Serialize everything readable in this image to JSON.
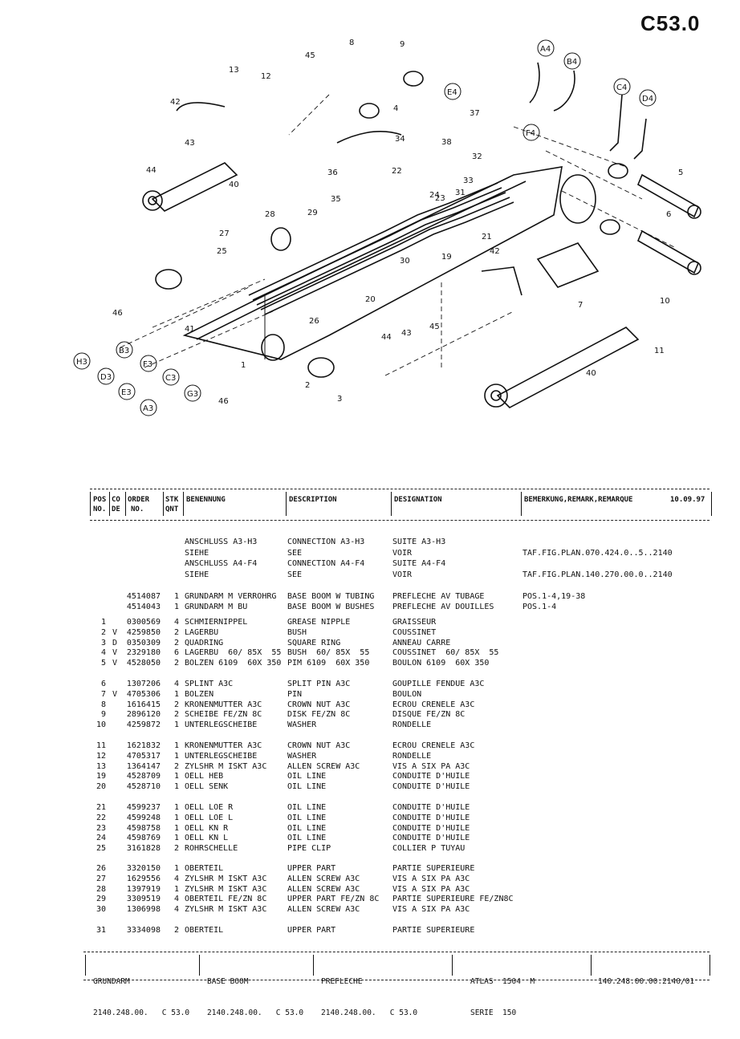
{
  "page_code": "C53.0",
  "header": {
    "pos": "POS",
    "no": "NO.",
    "co": "CO",
    "de": "DE",
    "order": "ORDER",
    "order_no": "NO.",
    "stk": "STK",
    "qnt": "QNT",
    "benennung": "BENENNUNG",
    "description": "DESCRIPTION",
    "designation": "DESIGNATION",
    "remark": "BEMERKUNG,REMARK,REMARQUE",
    "date": "10.09.97"
  },
  "intro_rows": [
    {
      "ben": "ANSCHLUSS A3-H3",
      "desc": "CONNECTION A3-H3",
      "desig": "SUITE A3-H3",
      "rem": ""
    },
    {
      "ben": "SIEHE",
      "desc": "SEE",
      "desig": "VOIR",
      "rem": "TAF.FIG.PLAN.070.424.0..5..2140"
    },
    {
      "ben": "ANSCHLUSS A4-F4",
      "desc": "CONNECTION A4-F4",
      "desig": "SUITE A4-F4",
      "rem": ""
    },
    {
      "ben": "SIEHE",
      "desc": "SEE",
      "desig": "VOIR",
      "rem": "TAF.FIG.PLAN.140.270.00.0..2140"
    }
  ],
  "assembly_rows": [
    {
      "order": "4514087",
      "qty": "1",
      "ben": "GRUNDARM M VERROHRG",
      "desc": "BASE BOOM W TUBING",
      "desig": "PREFLECHE AV TUBAGE",
      "rem": "POS.1-4,19-38"
    },
    {
      "order": "4514043",
      "qty": "1",
      "ben": "GRUNDARM M BU",
      "desc": "BASE BOOM W BUSHES",
      "desig": "PREFLECHE AV DOUILLES",
      "rem": "POS.1-4"
    }
  ],
  "groups": [
    [
      {
        "pos": "1",
        "co": "",
        "order": "0300569",
        "qty": "4",
        "ben": "SCHMIERNIPPEL",
        "desc": "GREASE NIPPLE",
        "desig": "GRAISSEUR"
      },
      {
        "pos": "2",
        "co": "V",
        "order": "4259850",
        "qty": "2",
        "ben": "LAGERBU",
        "desc": "BUSH",
        "desig": "COUSSINET"
      },
      {
        "pos": "3",
        "co": "D",
        "order": "0350309",
        "qty": "2",
        "ben": "QUADRING",
        "desc": "SQUARE RING",
        "desig": "ANNEAU CARRE"
      },
      {
        "pos": "4",
        "co": "V",
        "order": "2329180",
        "qty": "6",
        "ben": "LAGERBU  60/ 85X  55",
        "desc": "BUSH  60/ 85X  55",
        "desig": "COUSSINET  60/ 85X  55"
      },
      {
        "pos": "5",
        "co": "V",
        "order": "4528050",
        "qty": "2",
        "ben": "BOLZEN 6109  60X 350",
        "desc": "PIM 6109  60X 350",
        "desig": "BOULON 6109  60X 350"
      }
    ],
    [
      {
        "pos": "6",
        "co": "",
        "order": "1307206",
        "qty": "4",
        "ben": "SPLINT A3C",
        "desc": "SPLIT PIN A3C",
        "desig": "GOUPILLE FENDUE A3C"
      },
      {
        "pos": "7",
        "co": "V",
        "order": "4705306",
        "qty": "1",
        "ben": "BOLZEN",
        "desc": "PIN",
        "desig": "BOULON"
      },
      {
        "pos": "8",
        "co": "",
        "order": "1616415",
        "qty": "2",
        "ben": "KRONENMUTTER A3C",
        "desc": "CROWN NUT A3C",
        "desig": "ECROU CRENELE A3C"
      },
      {
        "pos": "9",
        "co": "",
        "order": "2896120",
        "qty": "2",
        "ben": "SCHEIBE FE/ZN 8C",
        "desc": "DISK FE/ZN 8C",
        "desig": "DISQUE FE/ZN 8C"
      },
      {
        "pos": "10",
        "co": "",
        "order": "4259872",
        "qty": "1",
        "ben": "UNTERLEGSCHEIBE",
        "desc": "WASHER",
        "desig": "RONDELLE"
      }
    ],
    [
      {
        "pos": "11",
        "co": "",
        "order": "1621832",
        "qty": "1",
        "ben": "KRONENMUTTER A3C",
        "desc": "CROWN NUT A3C",
        "desig": "ECROU CRENELE A3C"
      },
      {
        "pos": "12",
        "co": "",
        "order": "4705317",
        "qty": "1",
        "ben": "UNTERLEGSCHEIBE",
        "desc": "WASHER",
        "desig": "RONDELLE"
      },
      {
        "pos": "13",
        "co": "",
        "order": "1364147",
        "qty": "2",
        "ben": "ZYLSHR M ISKT A3C",
        "desc": "ALLEN SCREW A3C",
        "desig": "VIS A SIX PA A3C"
      },
      {
        "pos": "19",
        "co": "",
        "order": "4528709",
        "qty": "1",
        "ben": "OELL HEB",
        "desc": "OIL LINE",
        "desig": "CONDUITE D'HUILE"
      },
      {
        "pos": "20",
        "co": "",
        "order": "4528710",
        "qty": "1",
        "ben": "OELL SENK",
        "desc": "OIL LINE",
        "desig": "CONDUITE D'HUILE"
      }
    ],
    [
      {
        "pos": "21",
        "co": "",
        "order": "4599237",
        "qty": "1",
        "ben": "OELL LOE R",
        "desc": "OIL LINE",
        "desig": "CONDUITE D'HUILE"
      },
      {
        "pos": "22",
        "co": "",
        "order": "4599248",
        "qty": "1",
        "ben": "OELL LOE L",
        "desc": "OIL LINE",
        "desig": "CONDUITE D'HUILE"
      },
      {
        "pos": "23",
        "co": "",
        "order": "4598758",
        "qty": "1",
        "ben": "OELL KN R",
        "desc": "OIL LINE",
        "desig": "CONDUITE D'HUILE"
      },
      {
        "pos": "24",
        "co": "",
        "order": "4598769",
        "qty": "1",
        "ben": "OELL KN L",
        "desc": "OIL LINE",
        "desig": "CONDUITE D'HUILE"
      },
      {
        "pos": "25",
        "co": "",
        "order": "3161828",
        "qty": "2",
        "ben": "ROHRSCHELLE",
        "desc": "PIPE CLIP",
        "desig": "COLLIER P TUYAU"
      }
    ],
    [
      {
        "pos": "26",
        "co": "",
        "order": "3320150",
        "qty": "1",
        "ben": "OBERTEIL",
        "desc": "UPPER PART",
        "desig": "PARTIE SUPERIEURE"
      },
      {
        "pos": "27",
        "co": "",
        "order": "1629556",
        "qty": "4",
        "ben": "ZYLSHR M ISKT A3C",
        "desc": "ALLEN SCREW A3C",
        "desig": "VIS A SIX PA A3C"
      },
      {
        "pos": "28",
        "co": "",
        "order": "1397919",
        "qty": "1",
        "ben": "ZYLSHR M ISKT A3C",
        "desc": "ALLEN SCREW A3C",
        "desig": "VIS A SIX PA A3C"
      },
      {
        "pos": "29",
        "co": "",
        "order": "3309519",
        "qty": "4",
        "ben": "OBERTEIL FE/ZN 8C",
        "desc": "UPPER PART FE/ZN 8C",
        "desig": "PARTIE SUPERIEURE FE/ZN8C"
      },
      {
        "pos": "30",
        "co": "",
        "order": "1306998",
        "qty": "4",
        "ben": "ZYLSHR M ISKT A3C",
        "desc": "ALLEN SCREW A3C",
        "desig": "VIS A SIX PA A3C"
      }
    ],
    [
      {
        "pos": "31",
        "co": "",
        "order": "3334098",
        "qty": "2",
        "ben": "OBERTEIL",
        "desc": "UPPER PART",
        "desig": "PARTIE SUPERIEURE"
      }
    ]
  ],
  "footer": {
    "c1_title": "GRUNDARM",
    "c1_code": "2140.248.00.   C 53.0",
    "c2_title": "BASE BOOM",
    "c2_code": "2140.248.00.   C 53.0",
    "c3_title": "PREFLECHE",
    "c3_code": "2140.248.00.   C 53.0",
    "c4_title": "ATLAS  1504  M",
    "c4_code": "SERIE  150",
    "c5_code": "140.248.00.00.2140/01"
  },
  "diagram_callouts": [
    "1",
    "2",
    "3",
    "4",
    "5",
    "6",
    "7",
    "8",
    "9",
    "10",
    "11",
    "12",
    "13",
    "19",
    "20",
    "21",
    "22",
    "23",
    "24",
    "25",
    "26",
    "27",
    "28",
    "29",
    "30",
    "31",
    "32",
    "33",
    "34",
    "35",
    "36",
    "37",
    "38",
    "40",
    "41",
    "42",
    "43",
    "44",
    "45",
    "46"
  ],
  "connection_labels": [
    "A4",
    "B4",
    "C4",
    "D4",
    "E4",
    "F4",
    "H3",
    "B3",
    "D3",
    "F3",
    "E3",
    "C3",
    "A3",
    "G3"
  ]
}
